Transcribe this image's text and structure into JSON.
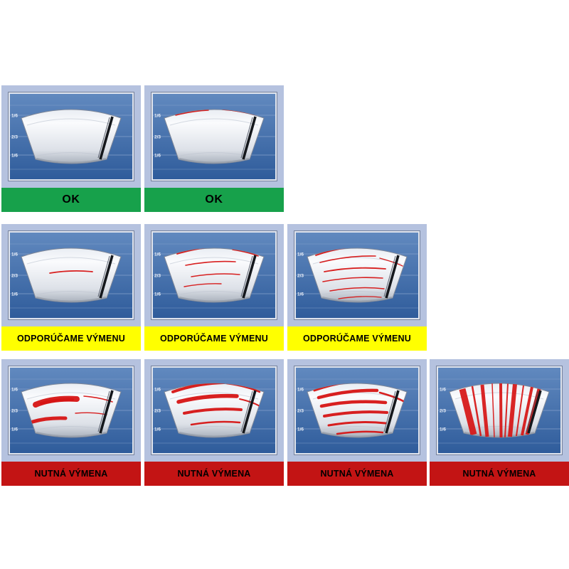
{
  "page": {
    "background": "#ffffff",
    "description_icon": "wiper-wear-chart"
  },
  "colors": {
    "cell-bg": "#b5c2df",
    "panel-top": "#6189bf",
    "panel-bottom": "#2f5c9b",
    "grid-line": "#84a0ca",
    "fan-light": "#fafbfd",
    "fan-dark": "#a9b1bc",
    "blade": "#15181d",
    "streak-red": "#d61414",
    "status-ok-bg": "#17a14b",
    "status-warn-bg": "#ffff00",
    "status-danger-bg": "#c31414",
    "status-text": "#000000"
  },
  "zone_labels": [
    "1/6",
    "2/3",
    "1/6"
  ],
  "statuses": {
    "ok": "OK",
    "warn": "ODPORÚČAME VÝMENU",
    "danger": "NUTNÁ VÝMENA"
  },
  "cells": [
    {
      "status": "ok",
      "label": "OK",
      "pattern": "clean-wipe"
    },
    {
      "status": "ok",
      "label": "OK",
      "pattern": "faint-edge-streaks"
    },
    {
      "status": "warn",
      "label": "ODPORÚČAME VÝMENU",
      "pattern": "single-thin-streak"
    },
    {
      "status": "warn",
      "label": "ODPORÚČAME VÝMENU",
      "pattern": "several-thin-streaks"
    },
    {
      "status": "warn",
      "label": "ODPORÚČAME VÝMENU",
      "pattern": "many-thin-streaks"
    },
    {
      "status": "danger",
      "label": "NUTNÁ VÝMENA",
      "pattern": "thick-smears"
    },
    {
      "status": "danger",
      "label": "NUTNÁ VÝMENA",
      "pattern": "heavy-streaks"
    },
    {
      "status": "danger",
      "label": "NUTNÁ VÝMENA",
      "pattern": "dense-heavy-streaks"
    },
    {
      "status": "danger",
      "label": "NUTNÁ VÝMENA",
      "pattern": "vertical-banding"
    }
  ]
}
